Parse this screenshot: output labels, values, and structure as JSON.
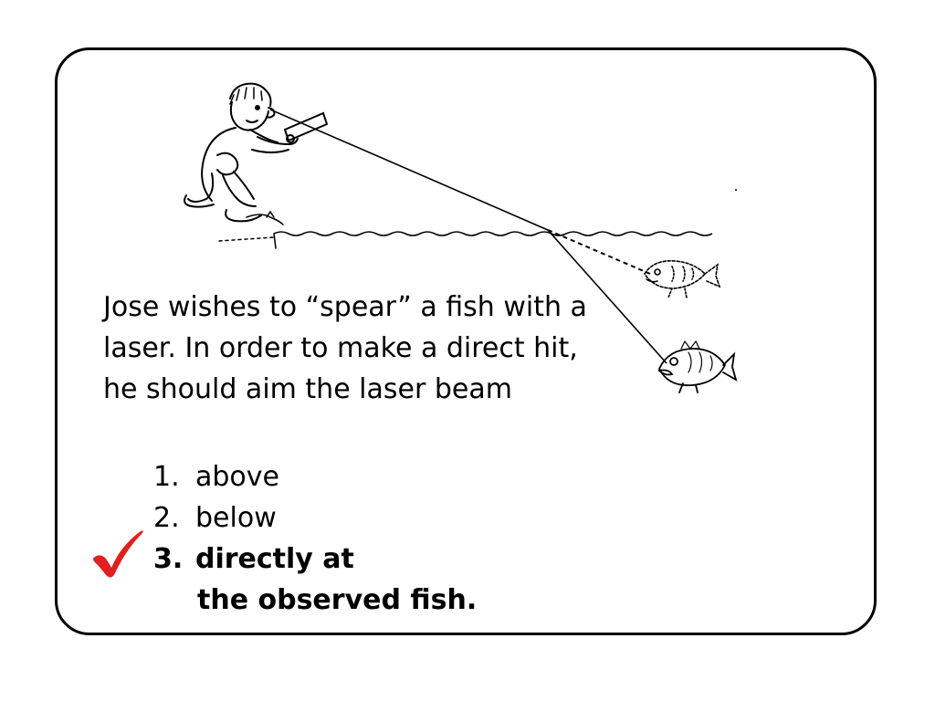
{
  "question": "Jose wishes to “spear” a fish with a laser. In order to make a direct hit, he should aim the laser beam",
  "options": [
    {
      "number": "1.",
      "text": "above"
    },
    {
      "number": "2.",
      "text": "below"
    },
    {
      "number": "3.",
      "text": "directly at",
      "continuation": "the observed fish.",
      "correct": true
    }
  ],
  "colors": {
    "frame": "#000000",
    "checkmark": "#e02020",
    "text": "#000000"
  },
  "icons": {
    "correct_marker": "checkmark-icon"
  }
}
